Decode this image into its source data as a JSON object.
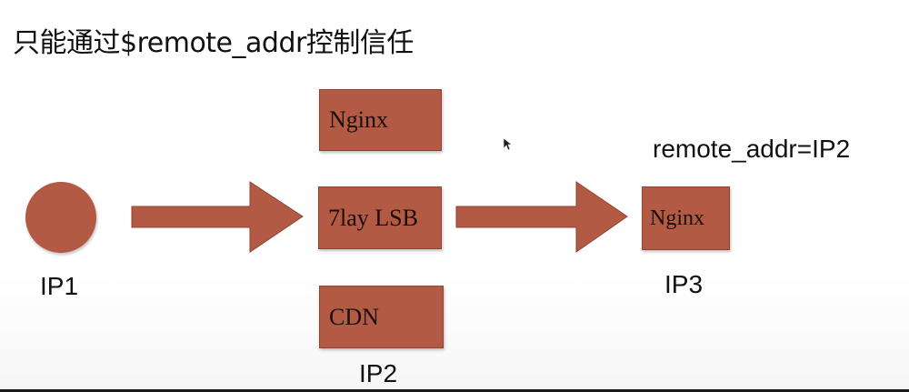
{
  "title": "只能通过$remote_addr控制信任",
  "boxes": {
    "nginx_top": "Nginx",
    "lsb": "7lay LSB",
    "cdn": "CDN",
    "nginx_right": "Nginx"
  },
  "labels": {
    "ip1": "IP1",
    "ip2": "IP2",
    "ip3": "IP3",
    "remote_addr": "remote_addr=IP2"
  },
  "colors": {
    "shape_fill": "#b35a45",
    "background": "#ffffff"
  }
}
